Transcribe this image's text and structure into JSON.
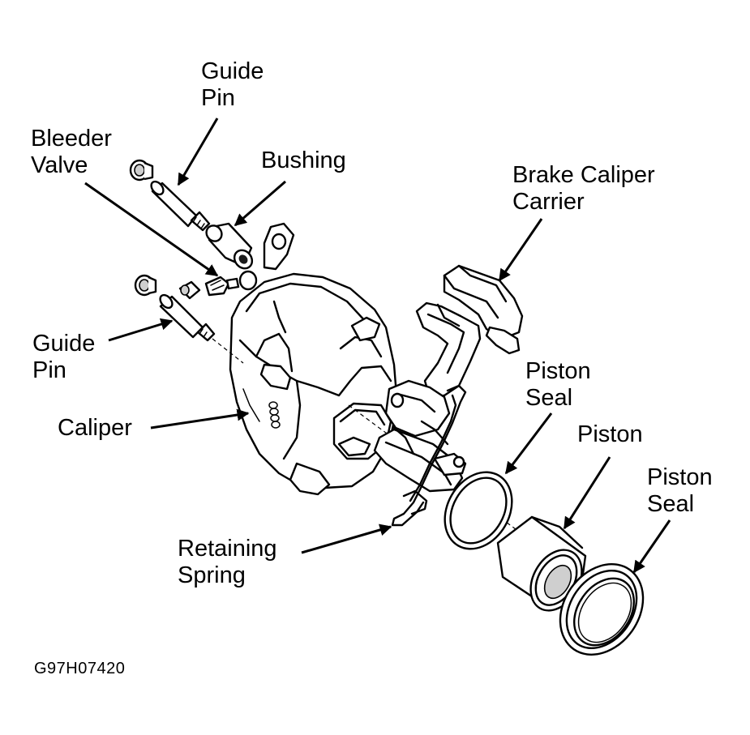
{
  "labels": {
    "guide_pin_top": [
      "Guide",
      "Pin"
    ],
    "bleeder_valve": [
      "Bleeder",
      "Valve"
    ],
    "bushing": "Bushing",
    "brake_caliper_carrier": [
      "Brake Caliper",
      "Carrier"
    ],
    "guide_pin_mid": [
      "Guide",
      "Pin"
    ],
    "caliper": "Caliper",
    "piston_seal_inner": [
      "Piston",
      "Seal"
    ],
    "piston": "Piston",
    "piston_seal_outer": [
      "Piston",
      "Seal"
    ],
    "retaining_spring": [
      "Retaining",
      "Spring"
    ]
  },
  "figure_code": "G97H07420"
}
